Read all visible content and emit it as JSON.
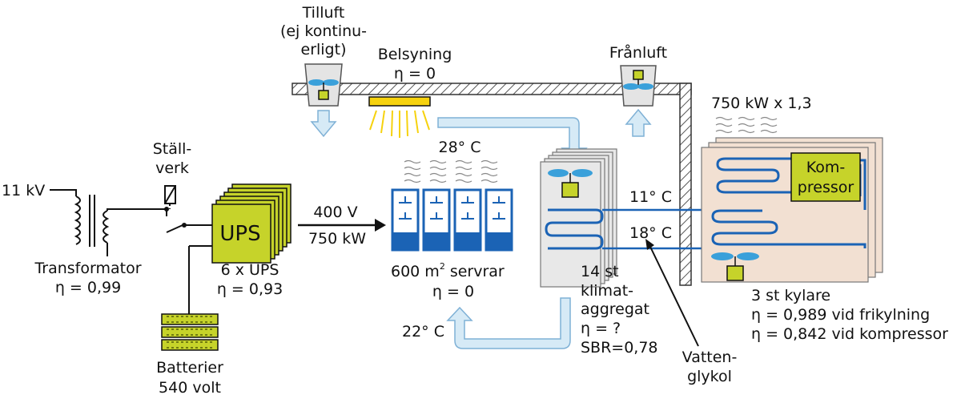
{
  "colors": {
    "lime": "#c6d32a",
    "lime_dark": "#6f7a10",
    "blue": "#1b63b5",
    "pale_blue": "#d6eaf6",
    "pale_blue_stroke": "#7fb1d6",
    "fan_blue": "#3aa0da",
    "peach": "#f2e0d2",
    "yellow": "#f6d20e",
    "hatch": "#555555"
  },
  "labels": {
    "supply_voltage": "11 kV",
    "transformer_name": "Transformator",
    "transformer_eta": "η = 0,99",
    "switchgear_line1": "Ställ-",
    "switchgear_line2": "verk",
    "ups_box": "UPS",
    "ups_count": "6 x UPS",
    "ups_eta": "η = 0,93",
    "battery_name": "Batterier",
    "battery_voltage": "540 volt",
    "output_voltage": "400 V",
    "output_power": "750 kW",
    "intake_line1": "Tilluft",
    "intake_line2": "(ej kontinu-",
    "intake_line3": "erligt)",
    "lighting_name": "Belsyning",
    "lighting_eta": "η = 0",
    "exhaust": "Frånluft",
    "hot_temp": "28° C",
    "servers_area": "600 m",
    "servers_sup": "2",
    "servers_word": "servrar",
    "servers_eta": "η = 0",
    "cold_temp": "22° C",
    "water_cold_temp": "11° C",
    "water_warm_temp": "18° C",
    "crac_line1": "14 st",
    "crac_line2": "klimat-",
    "crac_line3": "aggregat",
    "crac_eta": "η = ?",
    "crac_sbr": "SBR=0,78",
    "glycol_line1": "Vatten-",
    "glycol_line2": "glykol",
    "chiller_load": "750 kW x 1,3",
    "compressor_line1": "Kom-",
    "compressor_line2": "pressor",
    "chiller_count": "3 st kylare",
    "chiller_eta_free": "η = 0,989 vid frikylning",
    "chiller_eta_comp": "η = 0,842 vid kompressor"
  }
}
